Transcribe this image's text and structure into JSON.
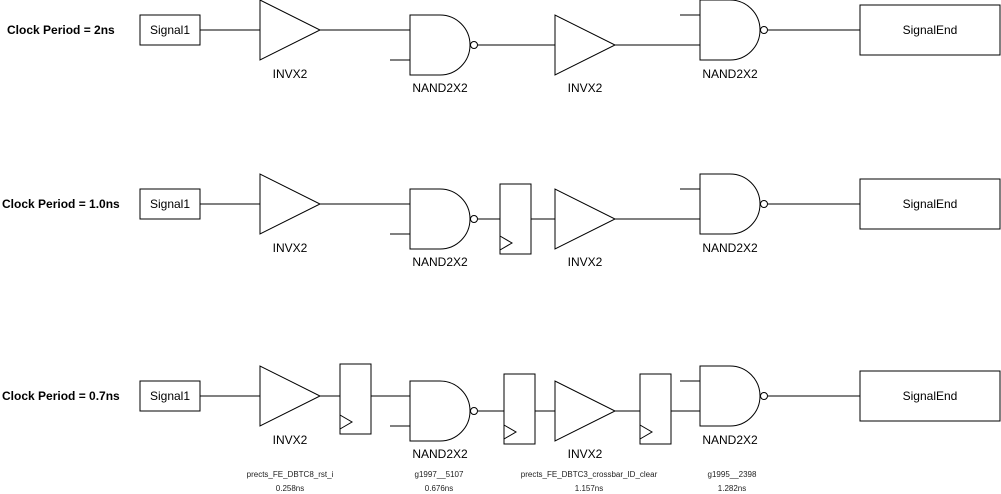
{
  "rows": [
    {
      "clock_label": "Clock Period = 2ns",
      "start": "Signal1",
      "end": "SignalEnd",
      "gates": [
        "INVX2",
        "NAND2X2",
        "INVX2",
        "NAND2X2"
      ]
    },
    {
      "clock_label": "Clock Period = 1.0ns",
      "start": "Signal1",
      "end": "SignalEnd",
      "gates": [
        "INVX2",
        "NAND2X2",
        "INVX2",
        "NAND2X2"
      ]
    },
    {
      "clock_label": "Clock Period = 0.7ns",
      "start": "Signal1",
      "end": "SignalEnd",
      "gates": [
        "INVX2",
        "NAND2X2",
        "INVX2",
        "NAND2X2"
      ]
    }
  ],
  "annotations": [
    {
      "name": "prects_FE_DBTC8_rst_i",
      "delay": "0.258ns"
    },
    {
      "name": "g1997__5107",
      "delay": "0.676ns"
    },
    {
      "name": "prects_FE_DBTC3_crossbar_ID_clear",
      "delay": "1.157ns"
    },
    {
      "name": "g1995__2398",
      "delay": "1.282ns"
    }
  ]
}
